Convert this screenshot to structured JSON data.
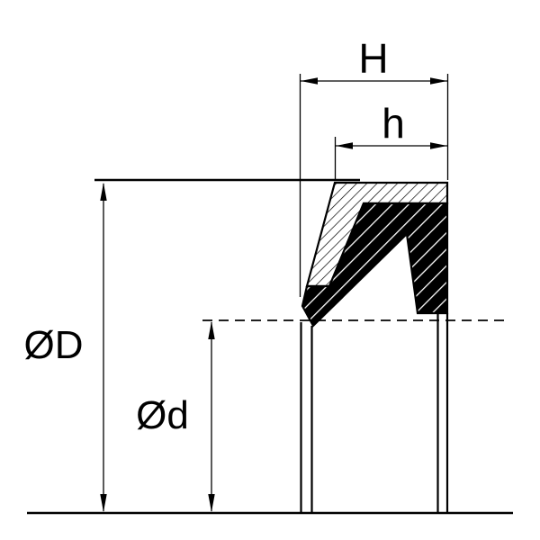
{
  "labels": {
    "H": "H",
    "h": "h",
    "outer_diameter": "ØD",
    "inner_diameter": "Ød"
  },
  "colors": {
    "line": "#000000",
    "background": "#ffffff",
    "solid_fill": "#000000"
  }
}
